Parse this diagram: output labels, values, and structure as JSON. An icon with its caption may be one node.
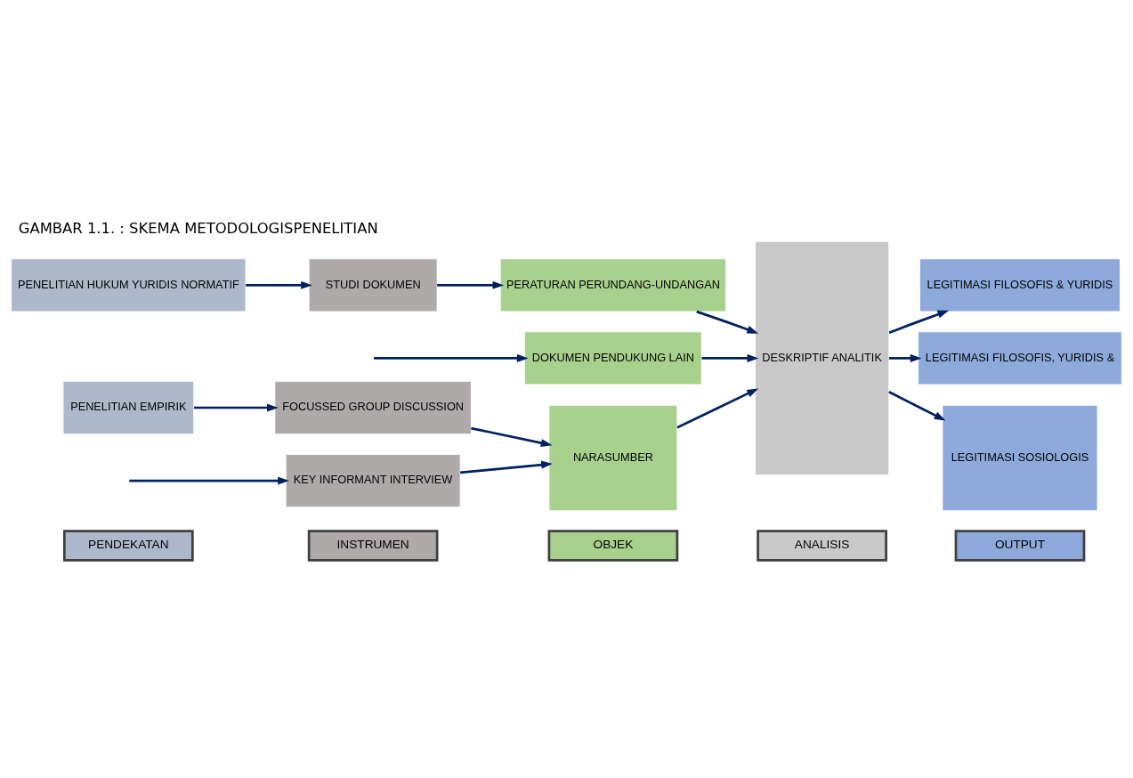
{
  "diagram": {
    "title": "GAMBAR 1.1. : SKEMA METODOLOGISPENELITIAN",
    "nodes": [
      {
        "text": [
          "PENDEKATAN"
        ]
      },
      {
        "text": [
          "INSTRUMEN"
        ]
      },
      {
        "text": [
          "OBJEK"
        ]
      },
      {
        "text": [
          "ANALISIS"
        ]
      },
      {
        "text": [
          "OUTPUT"
        ]
      },
      {
        "text": [
          "PENELITIAN HUKUM YURIDIS NORMATIF"
        ]
      },
      {
        "text": [
          "STUDI DOKUMEN"
        ]
      },
      {
        "text": [
          "PERATURAN PERUNDANG-UNDANGAN"
        ]
      },
      {
        "text": [
          "DESKRIPTIF ANALITIK"
        ]
      },
      {
        "text": [
          "LEGITIMASI FILOSOFIS & YURIDIS"
        ]
      },
      {
        "text": [
          "DOKUMEN PENDUKUNG LAIN"
        ]
      },
      {
        "text": [
          "LEGITIMASI FILOSOFIS, YURIDIS &"
        ]
      },
      {
        "text": [
          "PENELITIAN EMPIRIK"
        ]
      },
      {
        "text": [
          "FOCUSSED GROUP DISCUSSION"
        ]
      },
      {
        "text": [
          "KEY INFORMANT INTERVIEW"
        ]
      },
      {
        "text": [
          "NARASUMBER"
        ]
      },
      {
        "text": [
          "LEGITIMASI SOSIOLOGIS"
        ]
      }
    ],
    "edges": [
      {
        "from": 5,
        "to": 6,
        "arrow": "to"
      },
      {
        "from": 6,
        "to": 7,
        "arrow": "to"
      },
      {
        "from": 7,
        "to": 8,
        "arrow": "to"
      },
      {
        "from": 8,
        "to": 9,
        "arrow": "to"
      },
      {
        "from": null,
        "to": 10,
        "arrow": "to"
      },
      {
        "from": 10,
        "to": 8,
        "arrow": "to"
      },
      {
        "from": 8,
        "to": 11,
        "arrow": "to"
      },
      {
        "from": 12,
        "to": 13,
        "arrow": "to"
      },
      {
        "from": 13,
        "to": 15,
        "arrow": "to"
      },
      {
        "from": null,
        "to": 14,
        "arrow": "to"
      },
      {
        "from": 14,
        "to": 15,
        "arrow": "to"
      },
      {
        "from": 15,
        "to": 8,
        "arrow": "to"
      },
      {
        "from": 8,
        "to": 16,
        "arrow": "to"
      }
    ]
  }
}
